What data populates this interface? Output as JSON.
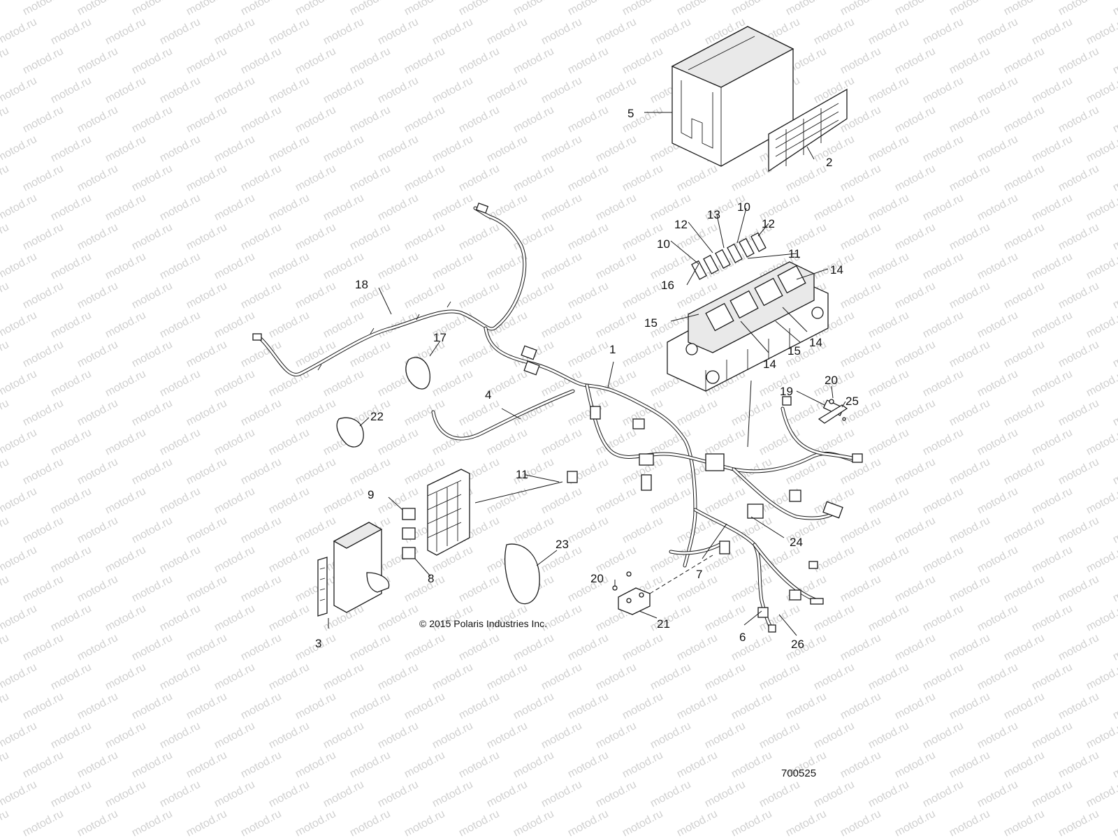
{
  "watermark": {
    "text": "motod.ru"
  },
  "copyright": "© 2015 Polaris Industries Inc.",
  "drawing_number": "700525",
  "callouts": [
    {
      "id": "c1",
      "label": "1"
    },
    {
      "id": "c2",
      "label": "2"
    },
    {
      "id": "c3",
      "label": "3"
    },
    {
      "id": "c4",
      "label": "4"
    },
    {
      "id": "c5",
      "label": "5"
    },
    {
      "id": "c6",
      "label": "6"
    },
    {
      "id": "c7",
      "label": "7"
    },
    {
      "id": "c8",
      "label": "8"
    },
    {
      "id": "c9",
      "label": "9"
    },
    {
      "id": "c10a",
      "label": "10"
    },
    {
      "id": "c10b",
      "label": "10"
    },
    {
      "id": "c11a",
      "label": "11"
    },
    {
      "id": "c11b",
      "label": "11"
    },
    {
      "id": "c12a",
      "label": "12"
    },
    {
      "id": "c12b",
      "label": "12"
    },
    {
      "id": "c13",
      "label": "13"
    },
    {
      "id": "c14a",
      "label": "14"
    },
    {
      "id": "c14b",
      "label": "14"
    },
    {
      "id": "c14c",
      "label": "14"
    },
    {
      "id": "c15a",
      "label": "15"
    },
    {
      "id": "c15b",
      "label": "15"
    },
    {
      "id": "c16",
      "label": "16"
    },
    {
      "id": "c17",
      "label": "17"
    },
    {
      "id": "c18",
      "label": "18"
    },
    {
      "id": "c19",
      "label": "19"
    },
    {
      "id": "c20a",
      "label": "20"
    },
    {
      "id": "c20b",
      "label": "20"
    },
    {
      "id": "c21",
      "label": "21"
    },
    {
      "id": "c22",
      "label": "22"
    },
    {
      "id": "c23",
      "label": "23"
    },
    {
      "id": "c24",
      "label": "24"
    },
    {
      "id": "c25",
      "label": "25"
    },
    {
      "id": "c26",
      "label": "26"
    }
  ]
}
